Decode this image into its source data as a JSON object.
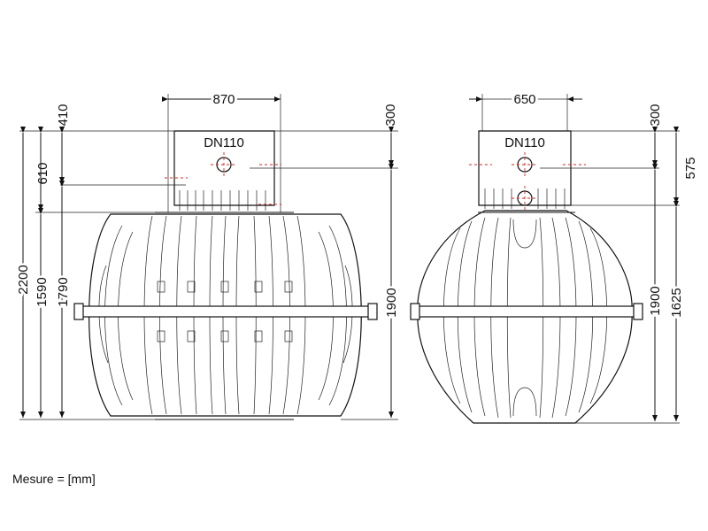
{
  "left_view": {
    "width_dim": "870",
    "pipe_label": "DN110",
    "dims_left": [
      "410",
      "610",
      "2200",
      "1590",
      "1790"
    ],
    "dims_right": [
      "300",
      "1900"
    ]
  },
  "right_view": {
    "width_dim": "650",
    "pipe_label": "DN110",
    "dims_right": [
      "300",
      "575",
      "1900",
      "1625"
    ]
  },
  "unit_note": "Mesure = [mm]"
}
